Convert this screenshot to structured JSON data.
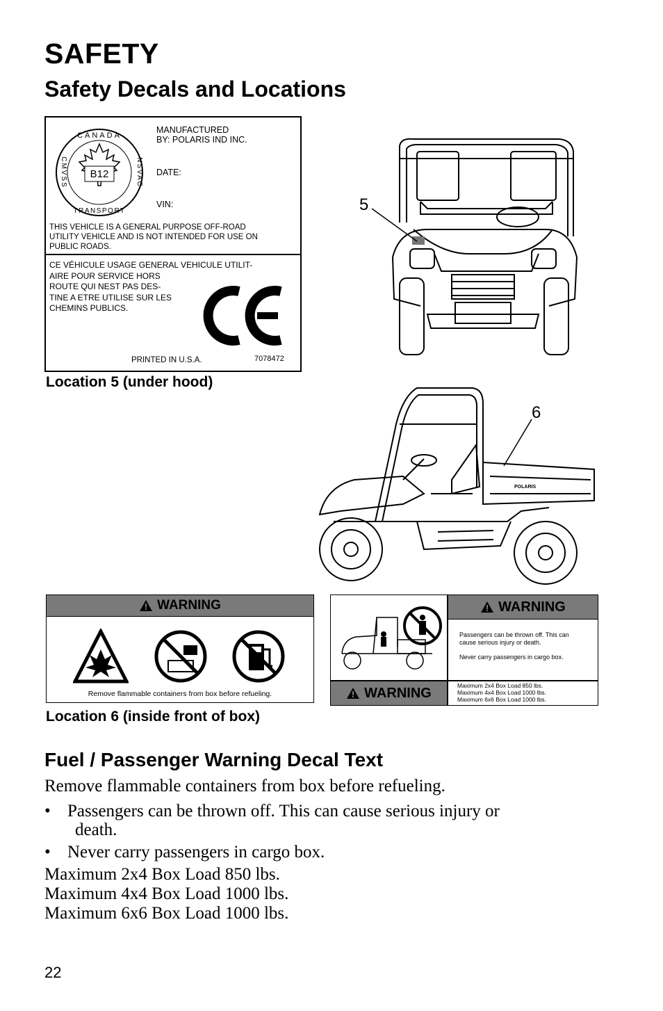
{
  "header": {
    "section_title": "SAFETY",
    "subtitle": "Safety Decals and Locations"
  },
  "label_location5": {
    "manufactured": "MANUFACTURED",
    "manufacturer": "BY: POLARIS IND INC.",
    "date_label": "DATE:",
    "vin_label": "VIN:",
    "seal_text_top": "CANADA",
    "seal_text_left": "CMVSS",
    "seal_text_right": "NSVAC",
    "seal_text_bottom": "TRANSPORT",
    "seal_center": "B12",
    "notice_en": [
      "THIS VEHICLE IS A GENERAL PURPOSE OFF-ROAD",
      "UTILITY VEHICLE AND IS NOT INTENDED FOR USE ON",
      "PUBLIC ROADS."
    ],
    "notice_fr": [
      "CE VÉHICULE USAGE GENERAL VEHICULE UTILIT-",
      "AIRE POUR SERVICE HORS",
      "ROUTE QUI NEST PAS DES-",
      "TINE A ETRE UTILISE SUR LES",
      "CHEMINS PUBLICS."
    ],
    "ce_mark": "CE",
    "printed": "PRINTED IN U.S.A.",
    "part_number": "7078472"
  },
  "caption_location5": "Location 5 (under hood)",
  "callout_5": "5",
  "callout_6": "6",
  "warning_left": {
    "heading": "WARNING",
    "text": "Remove flammable containers from box before refueling."
  },
  "warning_right": {
    "heading_top": "WARNING",
    "passenger_line1": "Passengers can be thrown off.  This can",
    "passenger_line2": "cause serious injury or death.",
    "never_carry": "Never carry passengers in cargo box.",
    "heading_bottom": "WARNING",
    "load_lines": [
      "Maximum 2x4 Box Load 850 lbs.",
      "Maximum 4x4 Box Load 1000 lbs.",
      "Maximum 6x6 Box Load 1000 lbs."
    ]
  },
  "caption_location6": "Location 6 (inside front of box)",
  "decal_text": {
    "heading": "Fuel / Passenger Warning Decal Text",
    "line1": "Remove flammable containers from box before refueling.",
    "bullet_char": "•",
    "bullet1_line1": "Passengers can be thrown off. This can cause serious injury or",
    "bullet1_line2": "death.",
    "bullet2": "Never carry passengers in cargo box.",
    "loads": [
      "Maximum 2x4 Box Load 850 lbs.",
      "Maximum 4x4 Box Load 1000 lbs.",
      "Maximum 6x6 Box Load 1000 lbs."
    ]
  },
  "page_number": "22"
}
